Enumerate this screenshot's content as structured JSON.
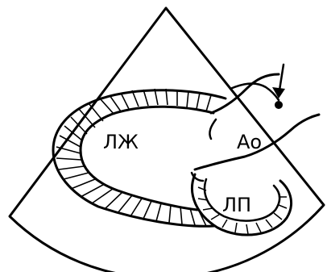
{
  "labels": {
    "left_ventricle": "ЛЖ",
    "aorta": "Ао",
    "left_atrium": "ЛП"
  },
  "colors": {
    "line": "#000000",
    "background": "#ffffff"
  }
}
